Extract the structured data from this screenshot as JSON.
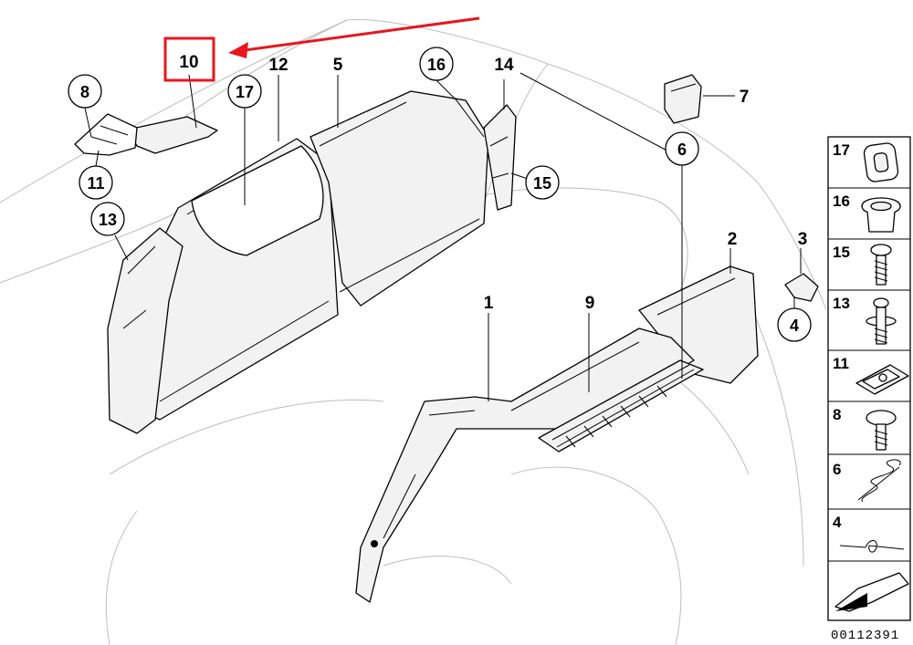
{
  "callouts": {
    "c1": "1",
    "c2": "2",
    "c3": "3",
    "c4": "4",
    "c5": "5",
    "c6": "6",
    "c7": "7",
    "c8": "8",
    "c9": "9",
    "c10": "10",
    "c11": "11",
    "c12": "12",
    "c13": "13",
    "c14": "14",
    "c15": "15",
    "c16": "16",
    "c17": "17"
  },
  "legend": {
    "items": [
      "17",
      "16",
      "15",
      "13",
      "11",
      "8",
      "6",
      "4"
    ]
  },
  "diagram_code": "00112391",
  "highlight_color": "#e8161e"
}
